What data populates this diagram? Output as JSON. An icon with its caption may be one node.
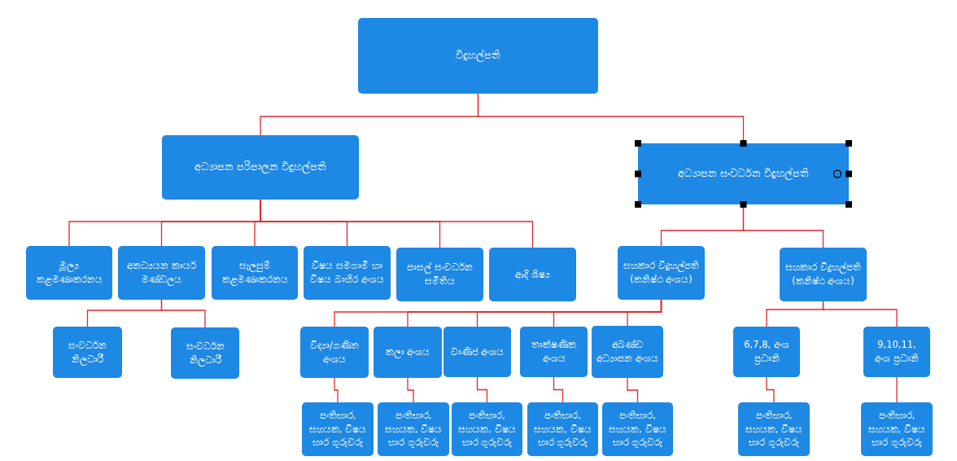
{
  "diagram": {
    "nodes": [
      {
        "text": [
          "විදුහල්පති"
        ]
      },
      {
        "text": [
          "අධ්‍යාපන පරිපාලන විදුහල්පති"
        ]
      },
      {
        "text": [
          "අධ්‍යාපන සංවර්ධන විදුහල්පති"
        ]
      },
      {
        "text": [
          "මූල්‍ය කළමණාකරනය"
        ]
      },
      {
        "text": [
          "අනධ්‍යයන කාර්ය මණ්ඩලය"
        ]
      },
      {
        "text": [
          "සැලසුම් කළමණාකරනය"
        ]
      },
      {
        "text": [
          "විෂය සමගාමී හා විෂය බාහිර අංශය"
        ]
      },
      {
        "text": [
          "පාසල් සංවර්ධන සමිතිය"
        ]
      },
      {
        "text": [
          "ආදි ශිෂ්‍ය"
        ]
      },
      {
        "text": [
          "සහකාර විදුහල්පති (කනිෂ්ඨ අංශය)"
        ]
      },
      {
        "text": [
          "සහකාර විදුහල්පති (කනිෂ්ඨ අංශය)"
        ]
      },
      {
        "text": [
          "සංවර්ධන නිලධාරී"
        ]
      },
      {
        "text": [
          "සංවර්ධන නිලධාරී"
        ]
      },
      {
        "text": [
          "විද්‍යා/ගණිත අංශය"
        ]
      },
      {
        "text": [
          "කලා අංශය"
        ]
      },
      {
        "text": [
          "වාණිජ අංශය"
        ]
      },
      {
        "text": [
          "තාක්ෂණික අංශය"
        ]
      },
      {
        "text": [
          "අඛණ්ඩ අධ්‍යාපන අංශය"
        ]
      },
      {
        "text": [
          "6,7,8, අංශ ප්‍රධානි"
        ]
      },
      {
        "text": [
          "9,10,11, අංශ ප්‍රධානි"
        ]
      },
      {
        "text": [
          "පංතිභාර, සහයක, විෂය භාර ගුරුවරු"
        ]
      },
      {
        "text": [
          "පංතිභාර, සහයක, විෂය භාර ගුරුවරු"
        ]
      },
      {
        "text": [
          "පංතිභාර, සහයක, විෂය භාර ගුරුවරු"
        ]
      },
      {
        "text": [
          "පංතිභාර, සහයක, විෂය භාර ගුරුවරු"
        ]
      },
      {
        "text": [
          "පංතිභාර, සහයක, විෂය භාර ගුරුවරු"
        ]
      },
      {
        "text": [
          "පංතිභාර, සහයක, විෂය භාර ගුරුවරු"
        ]
      },
      {
        "text": [
          "පංතිභාර, සහයක, විෂය භාර ගුරුවරු"
        ]
      }
    ],
    "edges": [
      {
        "from": 0,
        "to": 1,
        "arrow": "none"
      },
      {
        "from": 0,
        "to": 2,
        "arrow": "none"
      },
      {
        "from": 1,
        "to": 3,
        "arrow": "none"
      },
      {
        "from": 1,
        "to": 4,
        "arrow": "none"
      },
      {
        "from": 1,
        "to": 5,
        "arrow": "none"
      },
      {
        "from": 1,
        "to": 6,
        "arrow": "none"
      },
      {
        "from": 1,
        "to": 7,
        "arrow": "none"
      },
      {
        "from": 1,
        "to": 8,
        "arrow": "none"
      },
      {
        "from": 2,
        "to": 9,
        "arrow": "none"
      },
      {
        "from": 2,
        "to": 10,
        "arrow": "none"
      },
      {
        "from": 4,
        "to": 11,
        "arrow": "none"
      },
      {
        "from": 4,
        "to": 12,
        "arrow": "none"
      },
      {
        "from": 9,
        "to": 13,
        "arrow": "none"
      },
      {
        "from": 9,
        "to": 14,
        "arrow": "none"
      },
      {
        "from": 9,
        "to": 15,
        "arrow": "none"
      },
      {
        "from": 9,
        "to": 16,
        "arrow": "none"
      },
      {
        "from": 9,
        "to": 17,
        "arrow": "none"
      },
      {
        "from": 10,
        "to": 18,
        "arrow": "none"
      },
      {
        "from": 10,
        "to": 19,
        "arrow": "none"
      },
      {
        "from": 13,
        "to": 20,
        "arrow": "none"
      },
      {
        "from": 14,
        "to": 21,
        "arrow": "none"
      },
      {
        "from": 15,
        "to": 22,
        "arrow": "none"
      },
      {
        "from": 16,
        "to": 23,
        "arrow": "none"
      },
      {
        "from": 17,
        "to": 24,
        "arrow": "none"
      },
      {
        "from": 18,
        "to": 25,
        "arrow": "none"
      },
      {
        "from": 19,
        "to": 26,
        "arrow": "none"
      }
    ]
  }
}
